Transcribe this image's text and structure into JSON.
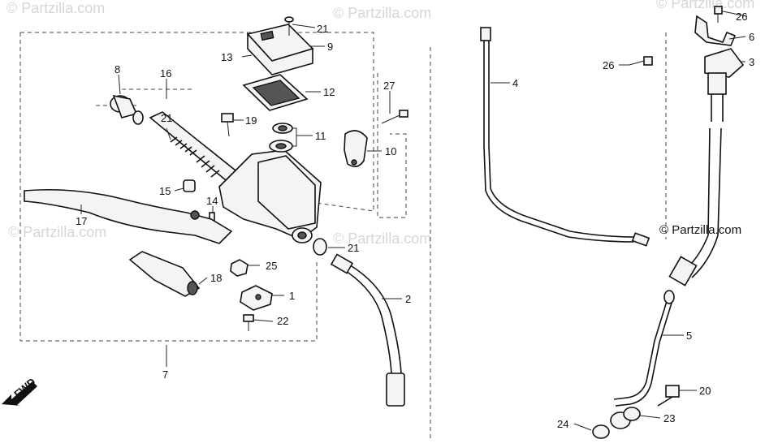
{
  "watermark": "© Partzilla.com",
  "credit": "© Partzilla.com",
  "direction_label": "FWD",
  "callouts": [
    "1",
    "2",
    "3",
    "4",
    "5",
    "6",
    "7",
    "8",
    "9",
    "10",
    "11",
    "12",
    "13",
    "14",
    "15",
    "16",
    "17",
    "18",
    "19",
    "20",
    "21",
    "21",
    "21",
    "22",
    "23",
    "24",
    "25",
    "26",
    "26",
    "27"
  ]
}
